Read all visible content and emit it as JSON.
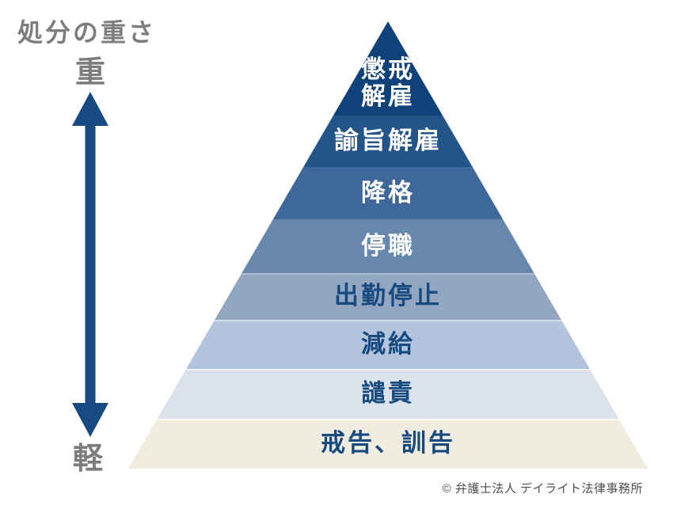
{
  "legend": {
    "title": "処分の重さ",
    "heavy": "重",
    "light": "軽",
    "text_color": "#7d7d7d",
    "arrow_color": "#164a80"
  },
  "pyramid": {
    "levels": [
      {
        "label": "懲戒解雇",
        "label_lines": [
          "懲戒",
          "解雇"
        ],
        "color": "#10427a",
        "text_color": "#ffffff"
      },
      {
        "label": "諭旨解雇",
        "color": "#23548a",
        "text_color": "#ffffff"
      },
      {
        "label": "降格",
        "color": "#3d6899",
        "text_color": "#ffffff"
      },
      {
        "label": "停職",
        "color": "#6787ad",
        "text_color": "#ffffff"
      },
      {
        "label": "出勤停止",
        "color": "#92a6c1",
        "text_color": "#174b80"
      },
      {
        "label": "減給",
        "color": "#b3c5dc",
        "text_color": "#174b80"
      },
      {
        "label": "譴責",
        "color": "#dbe2ec",
        "text_color": "#174b80"
      },
      {
        "label": "戒告、訓告",
        "color": "#f0ede0",
        "text_color": "#174b80"
      }
    ]
  },
  "footer": {
    "copyright": "© 弁護士法人 デイライト法律事務所"
  }
}
